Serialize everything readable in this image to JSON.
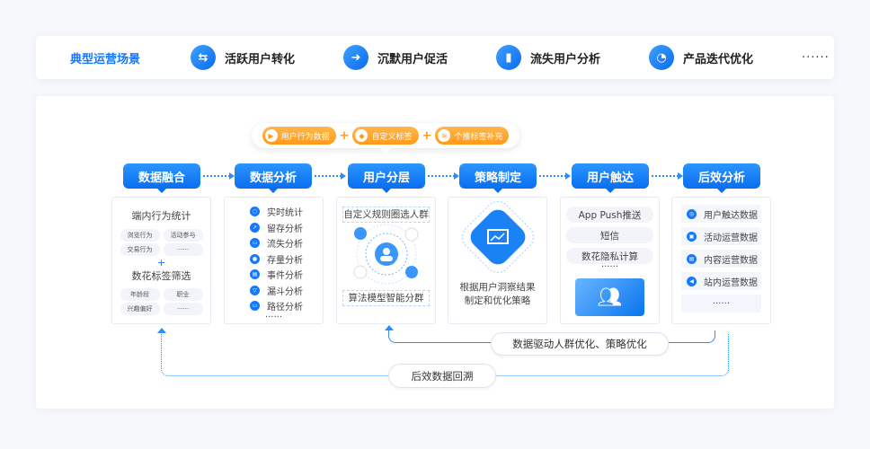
{
  "top": {
    "title": "典型运营场景",
    "scenarios": [
      {
        "label": "活跃用户转化",
        "icon": "swap-icon"
      },
      {
        "label": "沉默用户促活",
        "icon": "user-arrow-icon"
      },
      {
        "label": "流失用户分析",
        "icon": "bar-chart-icon"
      },
      {
        "label": "产品迭代优化",
        "icon": "gauge-icon"
      }
    ],
    "more": "······"
  },
  "tags": [
    {
      "label": "用户行为数据",
      "icon": "play-icon"
    },
    {
      "label": "自定义标签",
      "icon": "tag-icon"
    },
    {
      "label": "个推标签补充",
      "icon": "layers-icon"
    }
  ],
  "plus": "+",
  "steps": [
    "数据融合",
    "数据分析",
    "用户分层",
    "策略制定",
    "用户触达",
    "后效分析"
  ],
  "fusion": {
    "title1": "端内行为统计",
    "chips1": [
      "浏览行为",
      "活动参与",
      "交易行为",
      "······"
    ],
    "plus": "+",
    "title2": "数花标签筛选",
    "chips2": [
      "年龄段",
      "职业",
      "兴趣偏好",
      "······"
    ]
  },
  "analysis": {
    "items": [
      "实时统计",
      "留存分析",
      "流失分析",
      "存量分析",
      "事件分析",
      "漏斗分析",
      "路径分析"
    ],
    "more": "······"
  },
  "layer": {
    "rule": "自定义规则圈选人群",
    "algo": "算法模型智能分群"
  },
  "strategy": {
    "text1": "根据用户洞察结果",
    "text2": "制定和优化策略"
  },
  "reach": {
    "items": [
      "App Push推送",
      "短信",
      "数花隐私计算"
    ],
    "more": "······"
  },
  "effect": {
    "items": [
      "用户触达数据",
      "活动运营数据",
      "内容运营数据",
      "站内运营数据"
    ],
    "more": "······"
  },
  "loops": {
    "inner": "数据驱动人群优化、策略优化",
    "outer": "后效数据回溯"
  },
  "colors": {
    "primary": "#1677ff",
    "accent": "#ff9a1a"
  }
}
